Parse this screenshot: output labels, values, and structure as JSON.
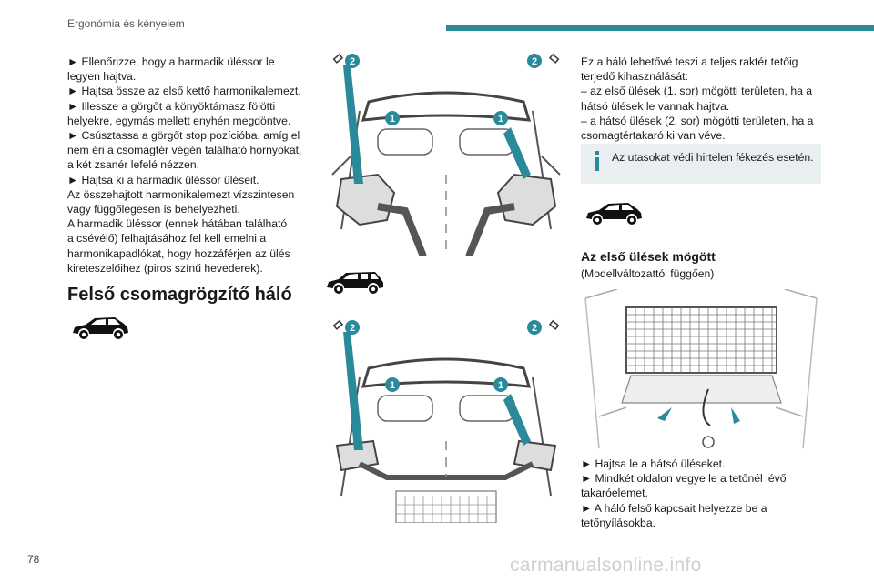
{
  "header": {
    "section": "Ergonómia és kényelem",
    "accent": "#2a8a9a"
  },
  "page_number": "78",
  "col1": {
    "lines": [
      "► Ellenőrizze, hogy a harmadik üléssor le",
      "legyen hajtva.",
      "► Hajtsa össze az első kettő harmonikalemezt.",
      "► Illessze a görgőt a könyöktámasz fölötti",
      "helyekre, egymás mellett enyhén megdöntve.",
      "► Csúsztassa a görgőt stop pozícióba, amíg el",
      "nem éri a csomagtér végén található hornyokat,",
      "a két zsanér lefelé nézzen.",
      "► Hajtsa ki a harmadik üléssor üléseit.",
      "Az összehajtott harmonikalemezt vízszintesen",
      "vagy függőlegesen is behelyezheti.",
      "A harmadik üléssor (ennek hátában található",
      "a csévélő) felhajtásához fel kell emelni a",
      "harmonikapadlókat, hogy hozzáférjen az ülés",
      "kireteszelőihez (piros színű hevederek)."
    ],
    "section_title": "Felső csomagrögzítő háló"
  },
  "col2": {
    "badge1": "1",
    "badge2": "2"
  },
  "col3": {
    "lines": [
      "Ez a háló lehetővé teszi a teljes raktér tetőig",
      "terjedő kihasználását:",
      "– az első ülések (1. sor) mögötti területen, ha a",
      "hátsó ülések le vannak hajtva.",
      "– a hátsó ülések (2. sor) mögötti területen, ha a",
      "csomagtértakaró ki van véve."
    ],
    "info": "Az utasokat védi hirtelen fékezés esetén.",
    "subsection_title": "Az első ülések mögött",
    "subsection_note": "(Modellváltozattól függően)",
    "bottom_lines": [
      "► Hajtsa le a hátsó üléseket.",
      "► Mindkét oldalon vegye le a tetőnél lévő",
      "takaróelemet.",
      "► A háló felső kapcsait helyezze be a",
      "tetőnyílásokba."
    ]
  },
  "watermark": "carmanualsonline.info"
}
